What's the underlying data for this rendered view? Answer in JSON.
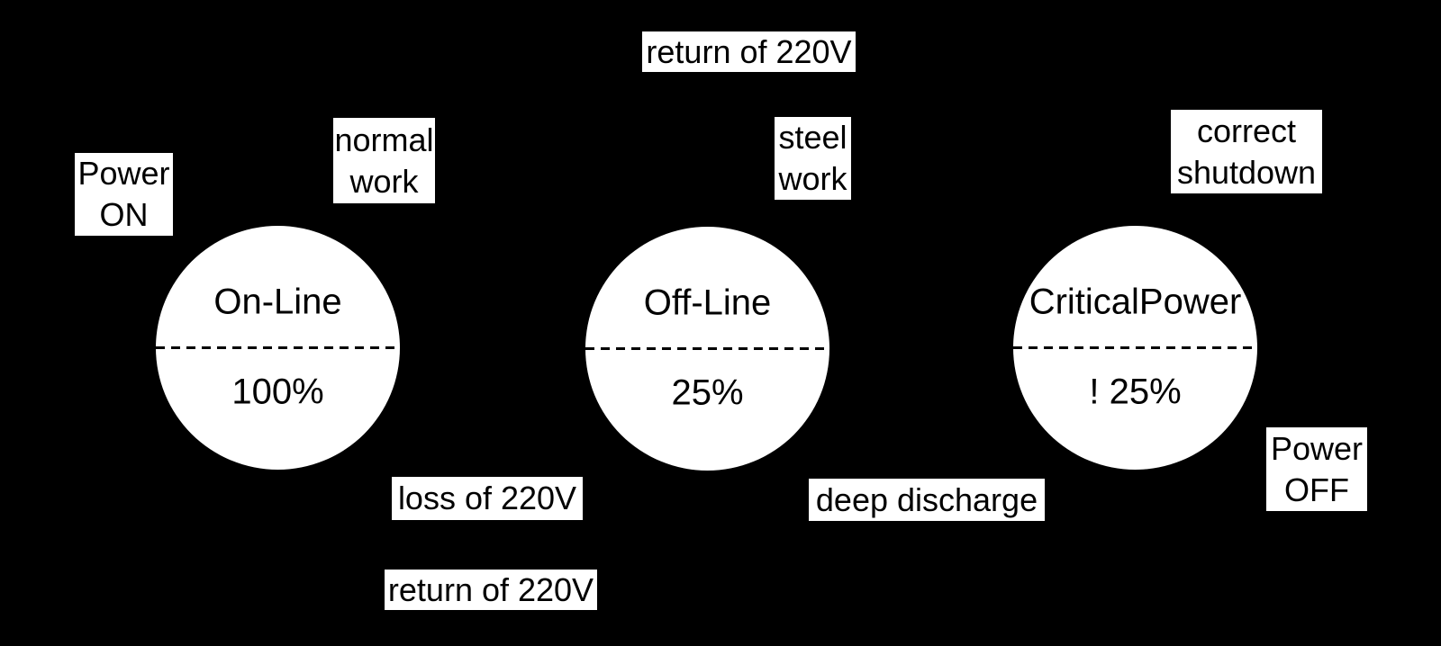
{
  "colors": {
    "background": "#000000",
    "node_fill": "#ffffff",
    "text": "#000000",
    "label_background": "#ffffff"
  },
  "diagram": {
    "type": "state-diagram",
    "states": [
      {
        "name": "On-Line",
        "value": "100%"
      },
      {
        "name": "Off-Line",
        "value": "25%"
      },
      {
        "name": "CriticalPower",
        "value": "! 25%"
      }
    ],
    "labels": {
      "return_top": {
        "line1": "return of 220V"
      },
      "power_on": {
        "line1": "Power",
        "line2": "ON"
      },
      "normal_work": {
        "line1": "normal",
        "line2": "work"
      },
      "steel_work": {
        "line1": "steel",
        "line2": "work"
      },
      "correct_shutdown": {
        "line1": "correct",
        "line2": "shutdown"
      },
      "loss_of_220v": {
        "line1": "loss of 220V"
      },
      "deep_discharge": {
        "line1": "deep discharge"
      },
      "power_off": {
        "line1": "Power",
        "line2": "OFF"
      },
      "return_bottom": {
        "line1": "return of 220V"
      }
    }
  }
}
